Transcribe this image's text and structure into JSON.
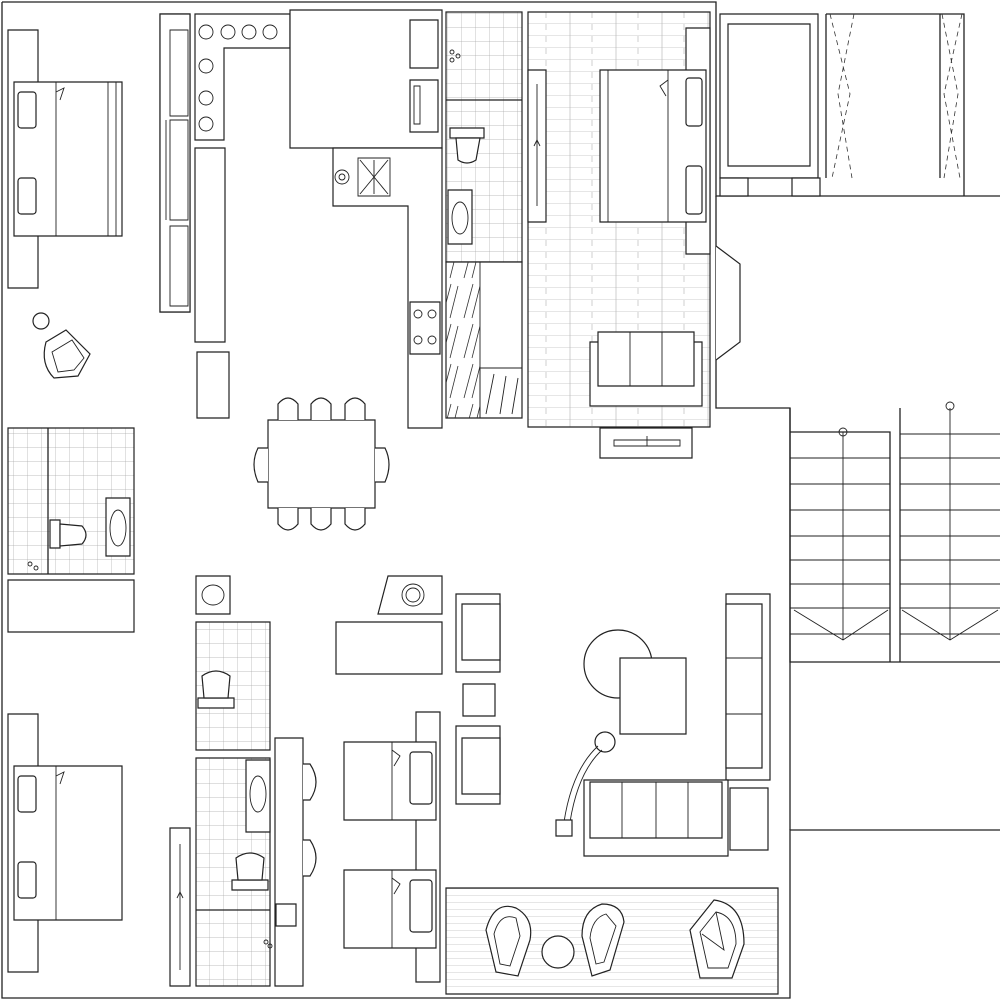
{
  "colors": {
    "line": "#222222",
    "tile": "#999999",
    "background": "#ffffff"
  },
  "plan": {
    "rooms": [
      {
        "name": "bedroom-top-left"
      },
      {
        "name": "kitchen"
      },
      {
        "name": "dining-area"
      },
      {
        "name": "bathroom-top"
      },
      {
        "name": "master-bedroom"
      },
      {
        "name": "balcony"
      },
      {
        "name": "staircase"
      },
      {
        "name": "bathroom-left"
      },
      {
        "name": "bathroom-center"
      },
      {
        "name": "living-room"
      },
      {
        "name": "twin-bedroom"
      },
      {
        "name": "bedroom-bottom-left"
      },
      {
        "name": "terrace-bottom"
      }
    ],
    "icons": [
      "bed-icon",
      "wardrobe-icon",
      "stove-icon",
      "sink-icon",
      "toilet-icon",
      "sofa-icon",
      "armchair-icon",
      "table-icon",
      "chair-icon",
      "lamp-icon",
      "staircase-icon"
    ]
  }
}
